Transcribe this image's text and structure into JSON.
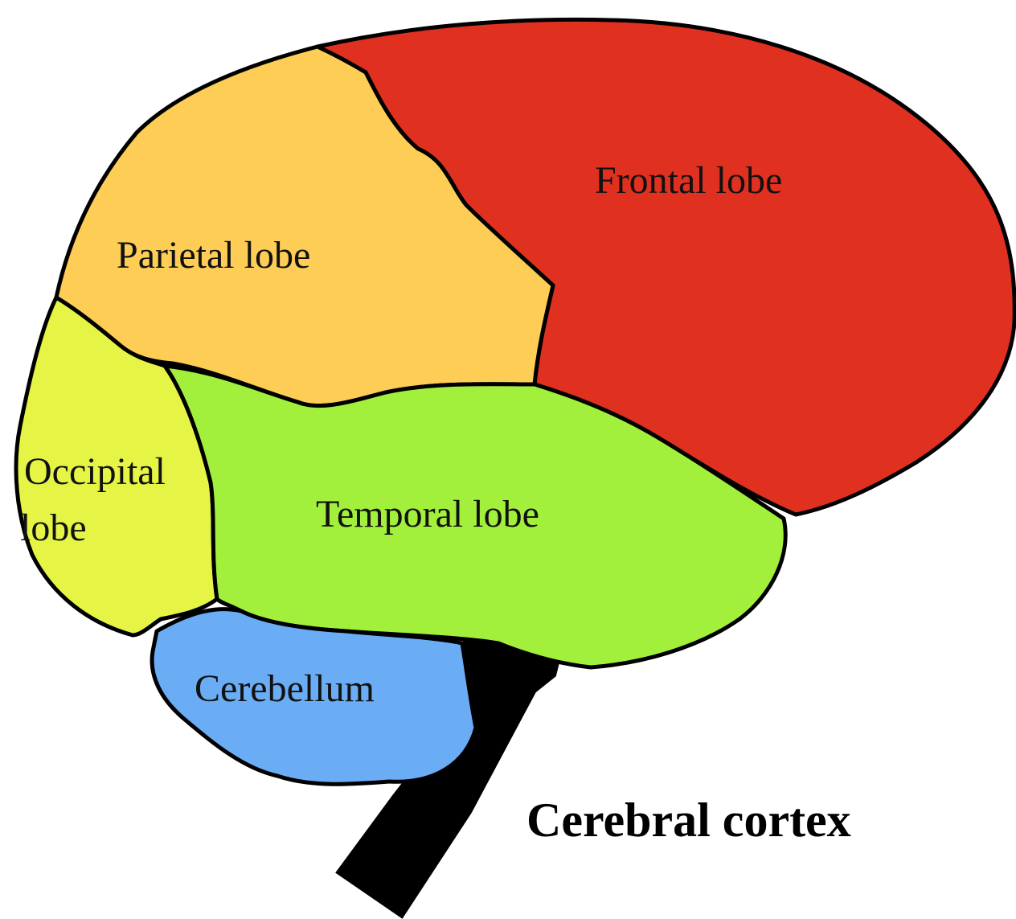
{
  "diagram": {
    "caption": "Cerebral cortex",
    "regions": {
      "frontal": {
        "label": "Frontal lobe",
        "color": "#E03020"
      },
      "parietal": {
        "label": "Parietal lobe",
        "color": "#FDCD55"
      },
      "occipital": {
        "label_line1": "Occipital",
        "label_line2": "lobe",
        "color": "#E6F545"
      },
      "temporal": {
        "label": "Temporal lobe",
        "color": "#A3F03C"
      },
      "cerebellum": {
        "label": "Cerebellum",
        "color": "#6AADF5"
      },
      "brainstem": {
        "color": "#000000"
      }
    }
  }
}
